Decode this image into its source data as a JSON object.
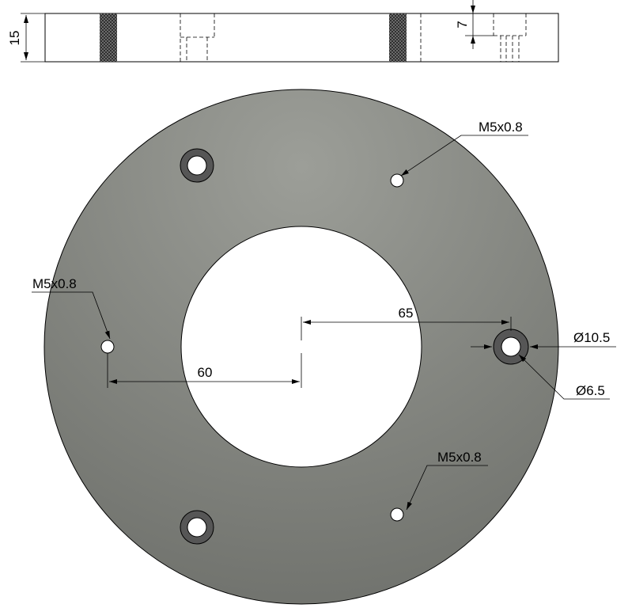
{
  "side_view": {
    "height_label": "15",
    "depth_label": "7"
  },
  "front_view": {
    "thread_callout_top_right": "M5x0.8",
    "thread_callout_left": "M5x0.8",
    "thread_callout_bottom_right": "M5x0.8",
    "dim_60": "60",
    "dim_65": "65",
    "counterbore_diameter": "Ø10.5",
    "hole_diameter": "Ø6.5"
  },
  "colors": {
    "plate_fill": "#8f918b",
    "plate_shade": "#6f716c",
    "counterbore_fill": "#565656",
    "hole_fill": "#ffffff",
    "line": "#000000"
  }
}
